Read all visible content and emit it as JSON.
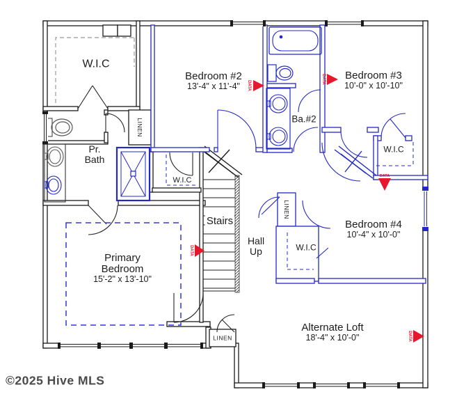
{
  "plan": {
    "copyright": "©2025 Hive MLS",
    "rooms": {
      "wic_primary": {
        "label": "W.I.C"
      },
      "linen_upper": {
        "label": "LINEN"
      },
      "pr_bath": {
        "line1": "Pr.",
        "line2": "Bath"
      },
      "wic_hall": {
        "label": "W.I.C"
      },
      "bedroom2": {
        "name": "Bedroom #2",
        "dims": "13'-4\" x 11'-4\""
      },
      "bath2": {
        "label": "Ba.#2"
      },
      "bedroom3": {
        "name": "Bedroom #3",
        "dims": "10'-0\" x 10'-10\""
      },
      "wic_bedroom3": {
        "label": "W.I.C"
      },
      "stairs": {
        "label": "Stairs"
      },
      "hall": {
        "line1": "Hall",
        "line2": "Up"
      },
      "linen_hall": {
        "label": "LINEN"
      },
      "wic_bedroom4": {
        "label": "W.I.C"
      },
      "bedroom4": {
        "name": "Bedroom #4",
        "dims": "10'-4\" x 10'-0\""
      },
      "primary_bedroom": {
        "name1": "Primary",
        "name2": "Bedroom",
        "dims": "15'-2\" x 13'-10\""
      },
      "linen_vestibule": {
        "label": "LINEN"
      },
      "loft": {
        "name": "Alternate Loft",
        "dims": "18'-4\" x 10'-0\""
      }
    },
    "markers": {
      "data_label": "DATA"
    },
    "colors": {
      "wall_black": "#1b1b1b",
      "wall_blue": "#2328c6",
      "marker_red": "#e5182d",
      "dashed_gray": "#999999",
      "tray_blue": "#3136d6",
      "watermark_gray": "#4a4a4a"
    }
  }
}
